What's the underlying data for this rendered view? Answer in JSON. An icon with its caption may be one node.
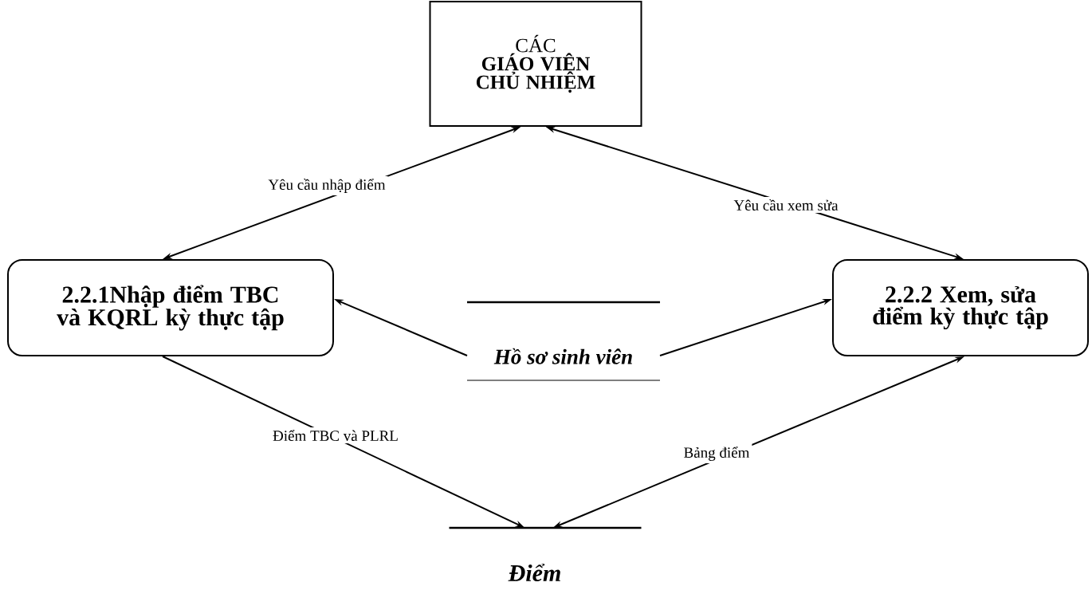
{
  "diagram": {
    "nodes": [
      {
        "text": [
          "CÁC",
          "GIÁO VIÊN CHỦ NHIỆM"
        ]
      },
      {
        "text": [
          "2.2.1Nhập điểm TBC và KQRL kỳ thực tập"
        ]
      },
      {
        "text": [
          "Hồ sơ sinh viên"
        ]
      },
      {
        "text": [
          "2.2.2 Xem, sửa điểm kỳ thực tập"
        ]
      },
      {
        "text": [
          "Điểm"
        ]
      }
    ],
    "edges": [
      {
        "from": 1,
        "to": 0,
        "arrow": "both",
        "label": "Yêu cầu nhập điểm"
      },
      {
        "from": 0,
        "to": 3,
        "arrow": "both",
        "label": "Yêu cầu xem sửa"
      },
      {
        "from": 2,
        "to": 1,
        "arrow": "to"
      },
      {
        "from": 2,
        "to": 3,
        "arrow": "to"
      },
      {
        "from": 1,
        "to": 4,
        "arrow": "to",
        "label": "Điểm TBC và PLRL"
      },
      {
        "from": 3,
        "to": 4,
        "arrow": "both",
        "label": "Bảng điểm"
      }
    ]
  }
}
